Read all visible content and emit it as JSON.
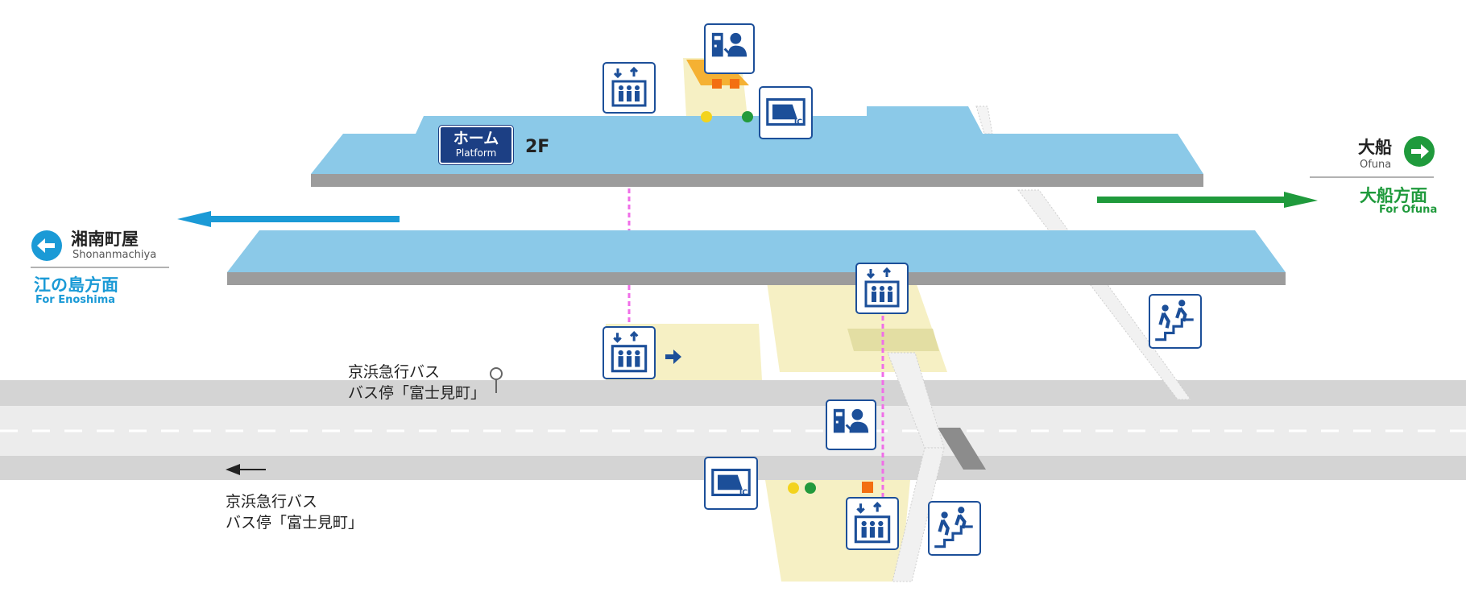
{
  "platform_badge": {
    "ja": "ホーム",
    "en": "Platform"
  },
  "floor_label": "2F",
  "destinations": {
    "left": {
      "name_ja": "湘南町屋",
      "name_en": "Shonanmachiya",
      "dir_ja": "江の島方面",
      "dir_en": "For Enoshima",
      "color": "#1b9ad6"
    },
    "right": {
      "name_ja": "大船",
      "name_en": "Ofuna",
      "dir_ja": "大船方面",
      "dir_en": "For Ofuna",
      "color": "#1f9a3c"
    }
  },
  "bus_stops": [
    {
      "line1": "京浜急行バス",
      "line2": "バス停「富士見町」"
    },
    {
      "line1": "京浜急行バス",
      "line2": "バス停「富士見町」"
    }
  ],
  "icons": [
    "ticket-counter-staff-icon",
    "elevator-icon",
    "ic-card-reader-icon",
    "stairs-icon"
  ],
  "colors": {
    "platform": "#8bc9e8",
    "platform_edge": "#9c9c9c",
    "concourse": "#f6f0c4",
    "road": "#d4d4d4",
    "icon_blue": "#1c4f99",
    "link_line": "#f06ee8"
  }
}
